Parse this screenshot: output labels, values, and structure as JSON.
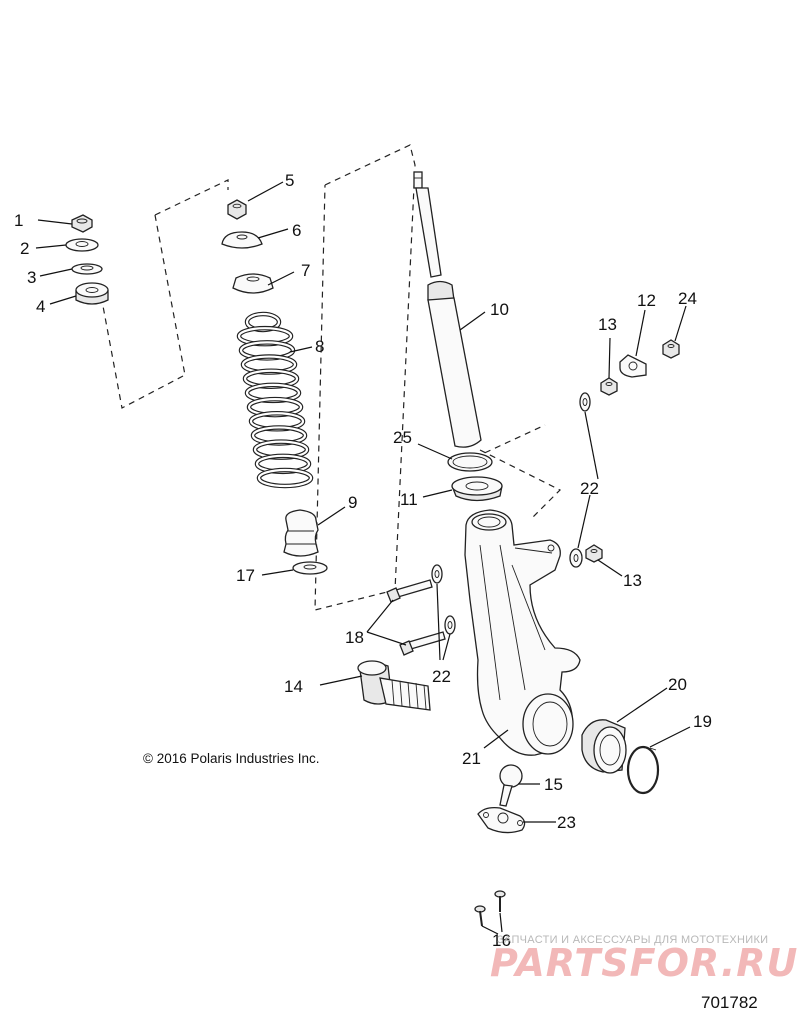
{
  "callouts": [
    "1",
    "2",
    "3",
    "4",
    "5",
    "6",
    "7",
    "8",
    "9",
    "10",
    "11",
    "12",
    "13",
    "13",
    "14",
    "15",
    "16",
    "17",
    "18",
    "19",
    "20",
    "21",
    "22",
    "22",
    "23",
    "24",
    "25"
  ],
  "copyright": "© 2016 Polaris Industries Inc.",
  "diagram_number": "701782",
  "watermark": {
    "tagline": "ЗАПЧАСТИ И АКСЕССУАРЫ ДЛЯ МОТОТЕХНИКИ",
    "brand": "PARTSFOR.RU"
  },
  "colors": {
    "line": "#222222",
    "watermark": "#f2b8b8"
  }
}
